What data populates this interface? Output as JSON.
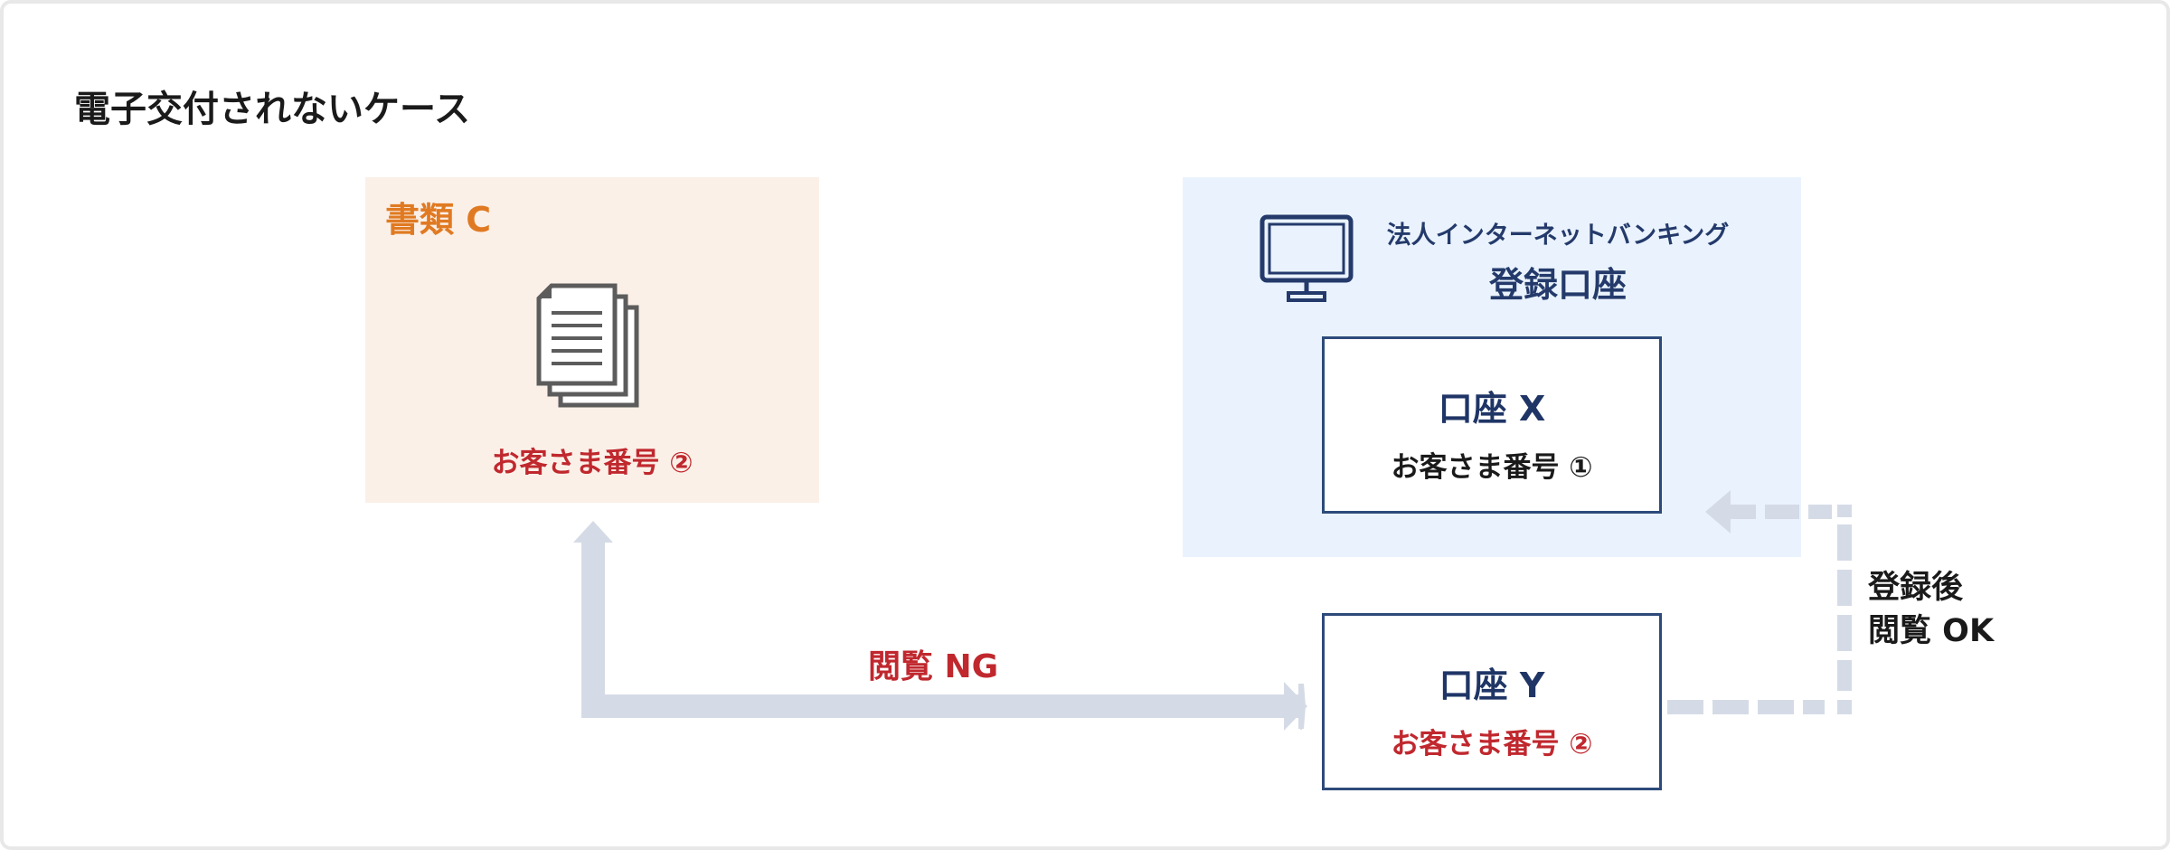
{
  "heading": "電子交付されないケース",
  "document_panel": {
    "title": "書類 C",
    "customer_number": "お客さま番号 ②"
  },
  "bank_panel": {
    "service_name": "法人インターネットバンキング",
    "registered_accounts_label": "登録口座"
  },
  "account_x": {
    "name": "口座 X",
    "customer_number": "お客さま番号 ①"
  },
  "account_y": {
    "name": "口座 Y",
    "customer_number": "お客さま番号 ②"
  },
  "flows": {
    "view_ng_label": "閲覧 NG",
    "after_registration_label_line1": "登録後",
    "after_registration_label_line2": "閲覧 OK"
  },
  "colors": {
    "document_panel_bg": "#fbf0e8",
    "document_title": "#e07a22",
    "bank_panel_bg": "#eaf3fd",
    "navy": "#243a6b",
    "red": "#c0282e",
    "arrow": "#d5dbe6"
  },
  "icons": {
    "document": "document-stack-icon",
    "bank": "monitor-icon"
  }
}
